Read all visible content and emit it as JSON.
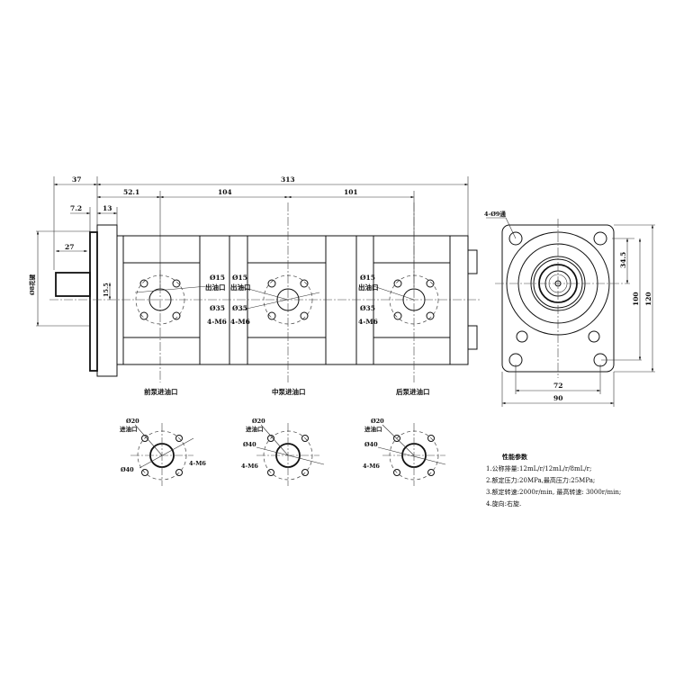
{
  "dimensions": {
    "overall_length": "313",
    "shaft_offset": "37",
    "first_port": "52.1",
    "pitch_1": "104",
    "pitch_2": "101",
    "shoulder": "7.2",
    "flange": "13",
    "shaft_length": "27",
    "shaft_height": "15.5",
    "shaft_diameter": "Ø8花键",
    "side_hole": "4-Ø9通",
    "side_height_1": "34.5",
    "side_height_2": "100",
    "side_height_3": "120",
    "side_width_1": "72",
    "side_width_2": "90"
  },
  "outlet_ports": [
    {
      "dia": "Ø15",
      "name": "出油口",
      "bore": "Ø35",
      "thread": "4-M6"
    },
    {
      "dia": "Ø15",
      "name": "出油口",
      "bore": "Ø35",
      "thread": "4-M6"
    },
    {
      "dia": "Ø15",
      "name": "出油口",
      "bore": "Ø35",
      "thread": "4-M6"
    }
  ],
  "inlet_ports": [
    {
      "title": "前泵进油口",
      "dia": "Ø20",
      "name": "进油口",
      "bore": "Ø40",
      "thread": "4-M6"
    },
    {
      "title": "中泵进油口",
      "dia": "Ø20",
      "name": "进油口",
      "bore": "Ø40",
      "thread": "4-M6"
    },
    {
      "title": "后泵进油口",
      "dia": "Ø20",
      "name": "进油口",
      "bore": "Ø40",
      "thread": "4-M6"
    }
  ],
  "specs": {
    "title": "性能参数",
    "items": [
      "1.公称排量:12mL/r/12mL/r/8mL/r;",
      "2.额定压力:20MPa,最高压力:25MPa;",
      "3.额定转速:2000r/min, 最高转速: 3000r/min;",
      "4.旋向:右旋."
    ]
  }
}
